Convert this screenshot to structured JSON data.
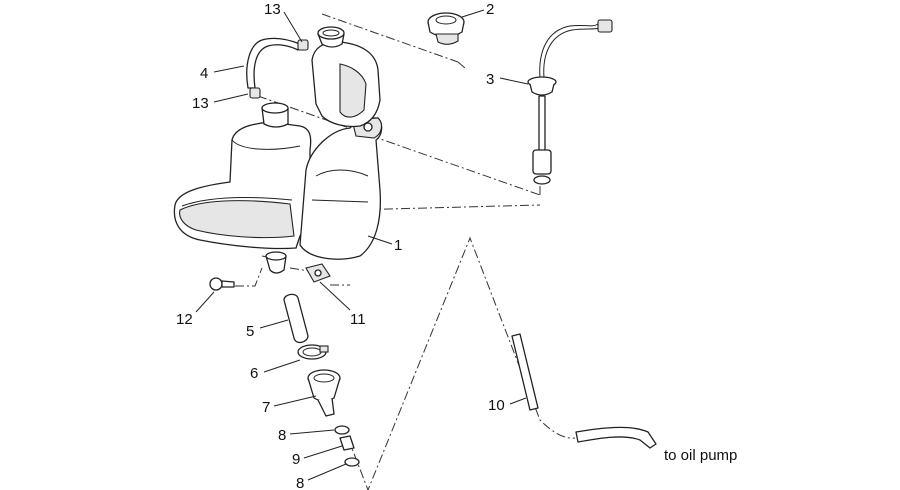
{
  "diagram": {
    "callouts": [
      {
        "id": "c1",
        "label": "1"
      },
      {
        "id": "c2",
        "label": "2"
      },
      {
        "id": "c3",
        "label": "3"
      },
      {
        "id": "c4",
        "label": "4"
      },
      {
        "id": "c5",
        "label": "5"
      },
      {
        "id": "c6",
        "label": "6"
      },
      {
        "id": "c7",
        "label": "7"
      },
      {
        "id": "c8a",
        "label": "8"
      },
      {
        "id": "c8b",
        "label": "8"
      },
      {
        "id": "c9",
        "label": "9"
      },
      {
        "id": "c10",
        "label": "10"
      },
      {
        "id": "c11",
        "label": "11"
      },
      {
        "id": "c12",
        "label": "12"
      },
      {
        "id": "c13a",
        "label": "13"
      },
      {
        "id": "c13b",
        "label": "13"
      }
    ],
    "note": "to oil pump"
  }
}
